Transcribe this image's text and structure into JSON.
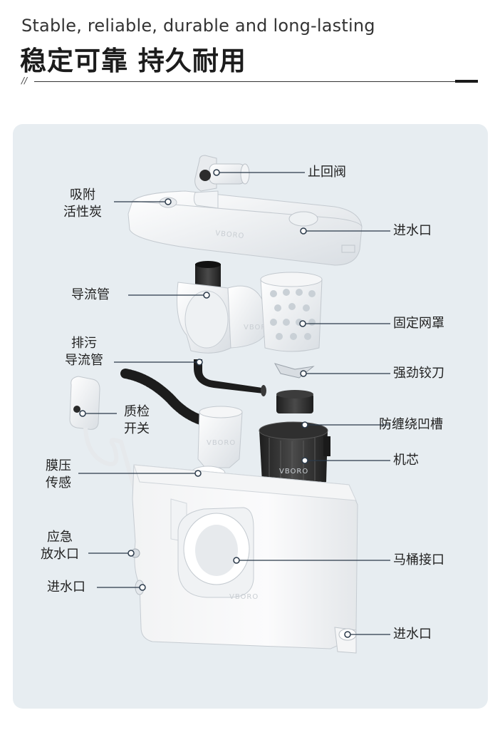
{
  "header": {
    "subtitle": "Stable, reliable, durable and long-lasting",
    "title": "稳定可靠 持久耐用",
    "slash": "//"
  },
  "brand_marks": [
    "VBORO",
    "VBORO",
    "VBORO",
    "VBORO",
    "VBORO"
  ],
  "labels": {
    "check_valve": "止回阀",
    "activated_carbon_1": "吸附",
    "activated_carbon_2": "活性炭",
    "inlet_top": "进水口",
    "guide_pipe": "导流管",
    "fixed_mesh": "固定网罩",
    "drain_pipe_1": "排污",
    "drain_pipe_2": "导流管",
    "blade": "强劲铰刀",
    "qc_switch_1": "质检",
    "qc_switch_2": "开关",
    "anti_tangle": "防缠绕凹槽",
    "core": "机芯",
    "membrane_1": "膜压",
    "membrane_2": "传感",
    "emergency_1": "应急",
    "emergency_2": "放水口",
    "toilet_port": "马桶接口",
    "inlet_left": "进水口",
    "inlet_bottom": "进水口"
  },
  "colors": {
    "panel": "#e7edf1",
    "leader": "#2b3a4a",
    "part_white": "#f7f8f9",
    "part_dark": "#2a2a2a"
  }
}
